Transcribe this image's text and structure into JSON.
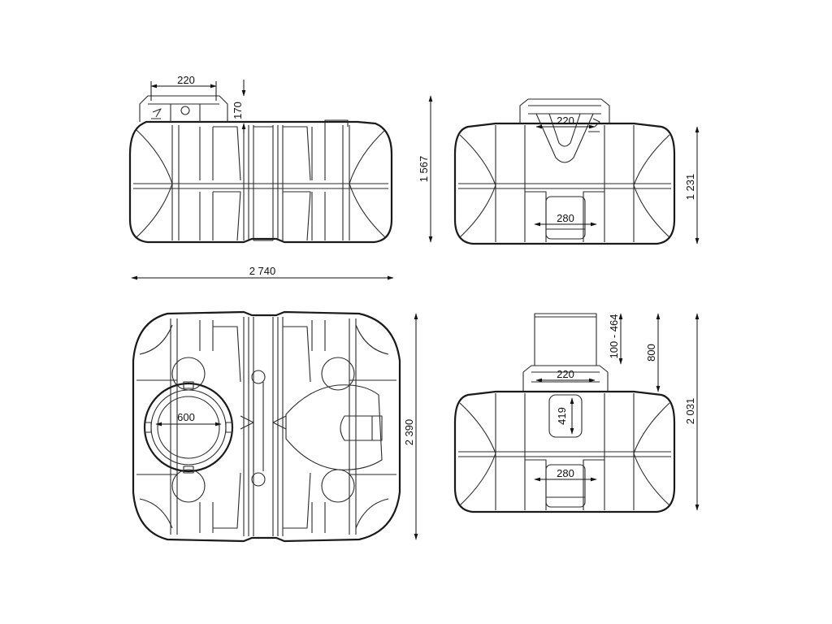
{
  "dimensions": {
    "side_top_opening": "220",
    "side_collar_height": "170",
    "side_height": "1 567",
    "length": "2 740",
    "front_opening": "220",
    "front_bottom_opening": "280",
    "front_height": "1 231",
    "plan_opening": "600",
    "width": "2 390",
    "ext_range": "100 - 464",
    "ext_total": "800",
    "ext_opening": "220",
    "ext_inner": "419",
    "ext_bottom_opening": "280",
    "ext_height": "2 031"
  },
  "colors": {
    "line": "#1a1a1a",
    "background": "#ffffff"
  }
}
